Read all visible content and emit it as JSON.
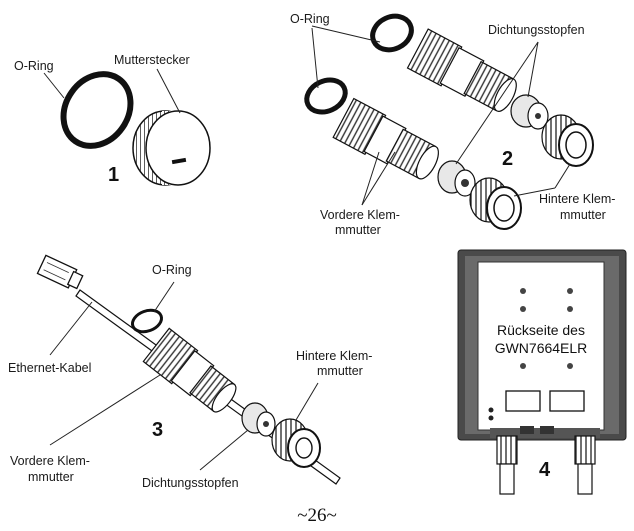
{
  "panel1": {
    "number": "1",
    "label_oring": "O-Ring",
    "label_cap": "Mutterstecker"
  },
  "panel2": {
    "number": "2",
    "label_oring": "O-Ring",
    "label_plug": "Dichtungsstopfen",
    "label_front_line1": "Vordere Klem-",
    "label_front_line2": "mmutter",
    "label_rear_line1": "Hintere Klem-",
    "label_rear_line2": "mmutter"
  },
  "panel3": {
    "number": "3",
    "label_oring": "O-Ring",
    "label_cable": "Ethernet-Kabel",
    "label_front_line1": "Vordere Klem-",
    "label_front_line2": "mmutter",
    "label_plug": "Dichtungsstopfen",
    "label_rear_line1": "Hintere Klem-",
    "label_rear_line2": "mmutter"
  },
  "panel4": {
    "number": "4",
    "device_line1": "Rückseite des",
    "device_line2": "GWN7664ELR"
  },
  "page_number": "~26~"
}
